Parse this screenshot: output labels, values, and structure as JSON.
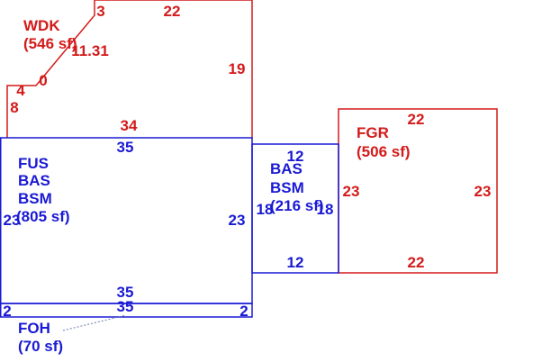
{
  "colors": {
    "red": "#d41a1a",
    "blue": "#1a1ad4",
    "gray": "#6b7bb0",
    "background": "#ffffff"
  },
  "areas": {
    "wdk": {
      "name": "WDK",
      "area": "(546 sf)"
    },
    "fgr": {
      "name": "FGR",
      "area": "(506 sf)"
    },
    "main": {
      "line1": "FUS",
      "line2": "BAS",
      "line3": "BSM",
      "area": "(805 sf)"
    },
    "mid": {
      "line1": "BAS",
      "line2": "BSM",
      "area": "(216 sf)"
    },
    "foh": {
      "name": "FOH",
      "area": "(70 sf)"
    }
  },
  "dimensions": {
    "wdk": {
      "top_short": "3",
      "top": "22",
      "diagonal": "11.31",
      "right": "19",
      "corner": "0",
      "left_upper": "4",
      "left_lower": "8",
      "bottom": "34"
    },
    "fgr": {
      "top": "22",
      "left": "23",
      "right": "23",
      "bottom": "22"
    },
    "main": {
      "top": "35",
      "left": "23",
      "right": "23",
      "bottom": "35"
    },
    "mid": {
      "top": "12",
      "left": "18",
      "right": "18",
      "bottom": "12"
    },
    "foh": {
      "top": "35",
      "left": "2",
      "right": "2"
    }
  }
}
